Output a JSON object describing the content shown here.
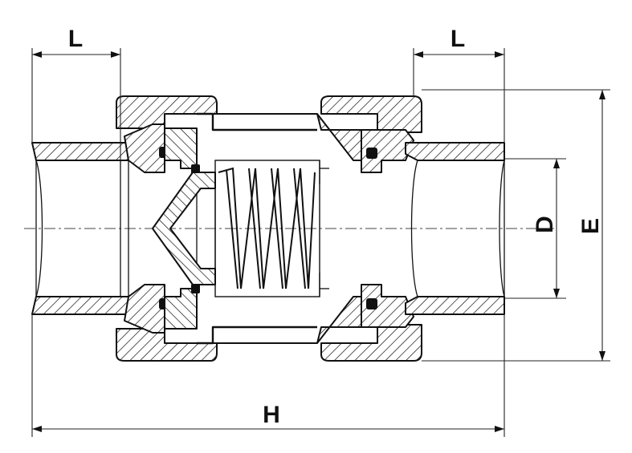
{
  "diagram": {
    "labels": {
      "length_left": "L",
      "length_right": "L",
      "inner_diameter": "D",
      "outer_diameter": "E",
      "overall_length": "H"
    }
  }
}
